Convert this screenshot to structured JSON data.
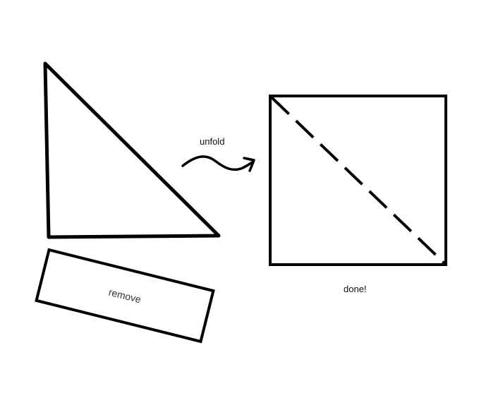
{
  "labels": {
    "unfold": "unfold",
    "remove": "remove",
    "done": "done!"
  },
  "colors": {
    "stroke": "#000000",
    "text": "#111111",
    "background": "#ffffff"
  },
  "icons": {
    "arrow": "wavy-right-arrow-icon"
  }
}
